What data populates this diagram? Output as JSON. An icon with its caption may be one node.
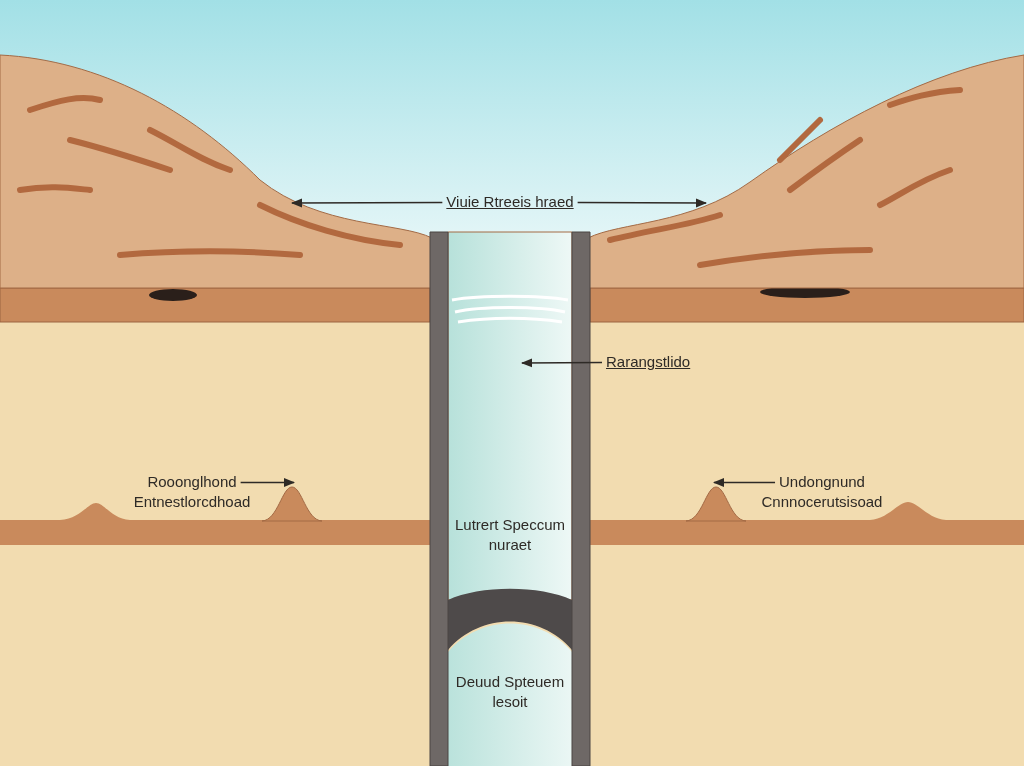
{
  "diagram": {
    "nodes": [
      {
        "text": [
          "Viuie Rtreeis hraed"
        ]
      },
      {
        "text": [],
        "shape": "picture"
      },
      {
        "text": [],
        "shape": "picture"
      },
      {
        "text": [
          "Rarangstlido"
        ]
      },
      {
        "text": [],
        "shape": "picture"
      },
      {
        "text": [
          "Rooonglhond Entnestlorcdhoad"
        ]
      },
      {
        "text": [],
        "shape": "picture"
      },
      {
        "text": [
          "Undongnund Cnnnocerutsisoad"
        ]
      },
      {
        "text": [],
        "shape": "picture"
      }
    ],
    "edges": [
      {
        "from": 0,
        "to": 1,
        "arrow": "to"
      },
      {
        "from": 0,
        "to": 2,
        "arrow": "to"
      },
      {
        "from": 3,
        "to": 4,
        "arrow": "to"
      },
      {
        "from": 5,
        "to": 6,
        "arrow": "to"
      },
      {
        "from": 7,
        "to": 8,
        "arrow": "to"
      }
    ],
    "labels": [
      "Lutrert Speccum nuraet",
      "Deuud Spteuem lesoit"
    ]
  }
}
